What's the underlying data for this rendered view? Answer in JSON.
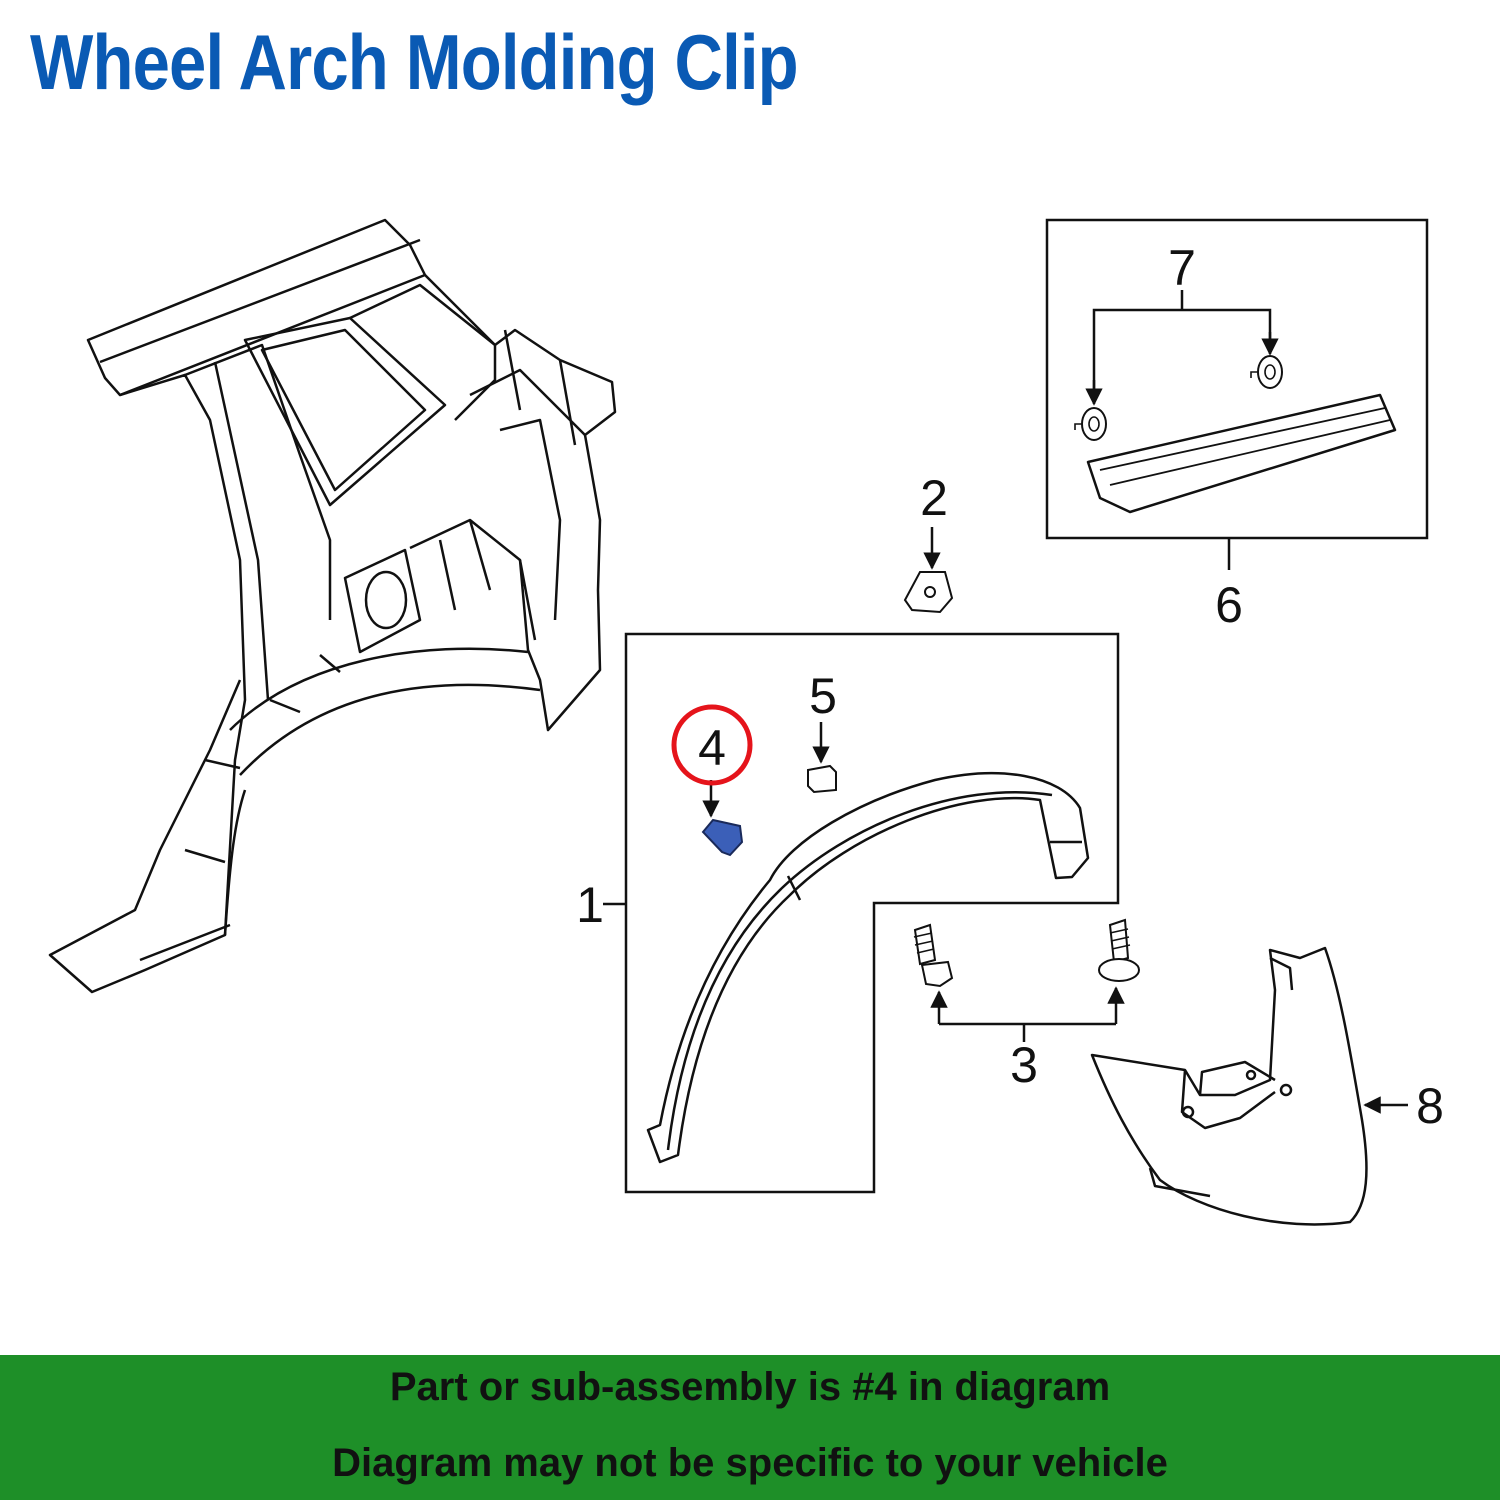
{
  "title": "Wheel Arch Molding Clip",
  "callouts": {
    "c1": "1",
    "c2": "2",
    "c3": "3",
    "c4": "4",
    "c5": "5",
    "c6": "6",
    "c7": "7",
    "c8": "8"
  },
  "highlight": {
    "part_number": "4",
    "part_color": "#3b5fb8",
    "ring_color": "#e5141b"
  },
  "footer": {
    "line1": "Part or sub-assembly is #4 in diagram",
    "line2": "Diagram may not be specific to your vehicle"
  },
  "colors": {
    "title": "#0a5ab4",
    "footer_bg": "#1e8f28",
    "line": "#111111"
  }
}
